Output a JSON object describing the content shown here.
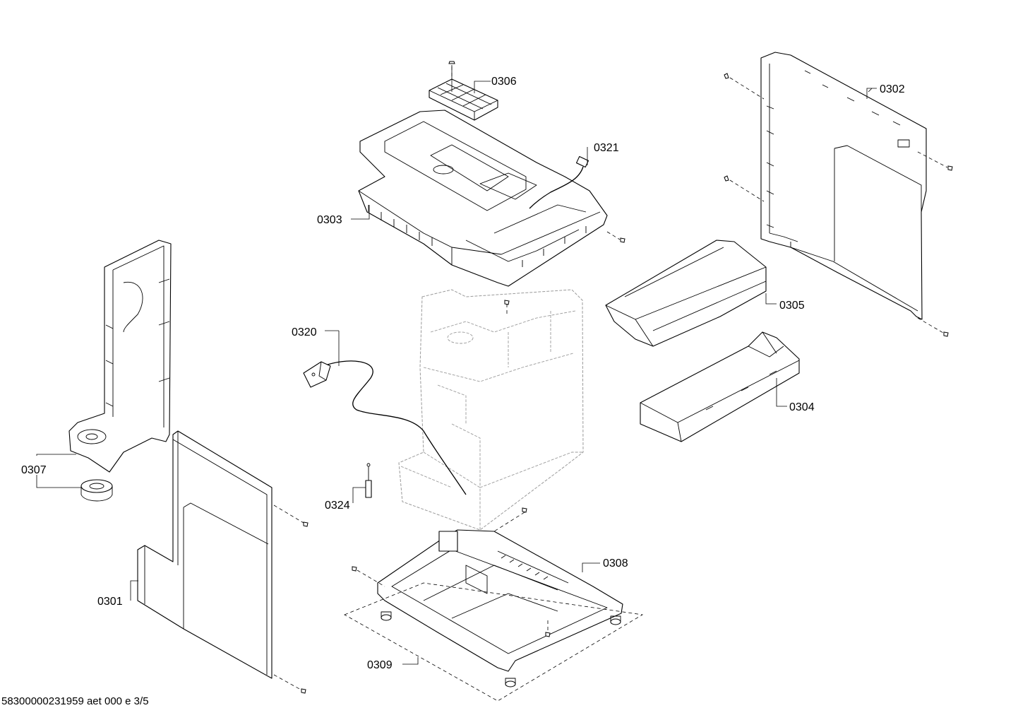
{
  "diagram": {
    "parts": [
      {
        "id": "p0301",
        "label": "0301"
      },
      {
        "id": "p0302",
        "label": "0302"
      },
      {
        "id": "p0303",
        "label": "0303"
      },
      {
        "id": "p0304",
        "label": "0304"
      },
      {
        "id": "p0305",
        "label": "0305"
      },
      {
        "id": "p0306",
        "label": "0306"
      },
      {
        "id": "p0307",
        "label": "0307"
      },
      {
        "id": "p0308",
        "label": "0308"
      },
      {
        "id": "p0309",
        "label": "0309"
      },
      {
        "id": "p0320",
        "label": "0320"
      },
      {
        "id": "p0321",
        "label": "0321"
      },
      {
        "id": "p0324",
        "label": "0324"
      }
    ],
    "footer": "58300000231959 aet 000 e 3/5"
  }
}
